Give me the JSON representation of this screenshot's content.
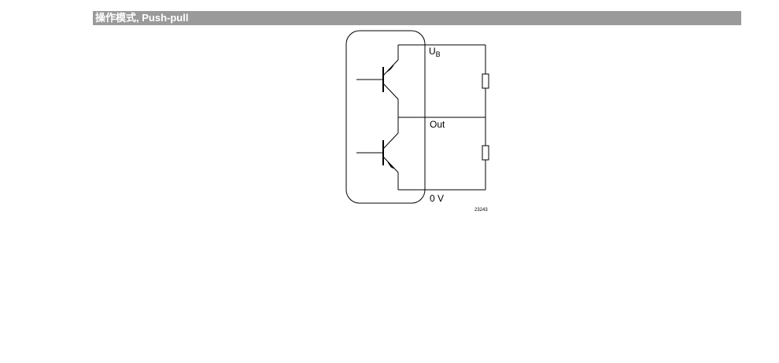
{
  "header": {
    "title": "操作模式, Push-pull"
  },
  "diagram": {
    "labels": {
      "supply_main": "U",
      "supply_sub": "B",
      "output": "Out",
      "ground": "0 V",
      "figure_number": "23243"
    }
  }
}
